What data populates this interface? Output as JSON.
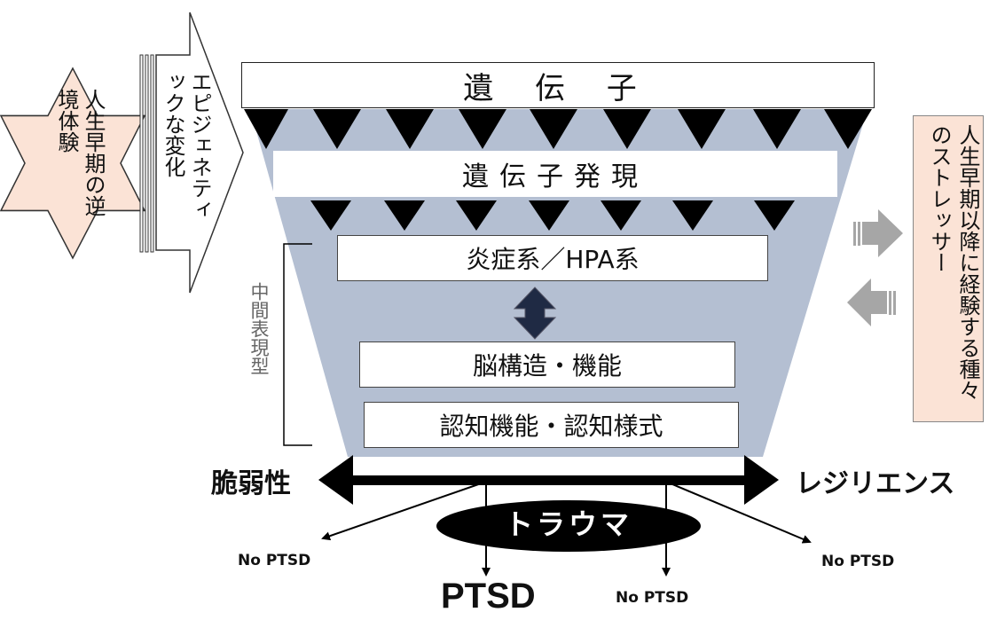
{
  "gene_label": "遺 伝 子",
  "gene_expression_label": "遺伝子発現",
  "early_adversity_label": "人生早期の逆境体験",
  "epigenetic_label": "エピジェネティックな変化",
  "intermediate_phenotype_label": "中間表現型",
  "inflammation_hpa_label": "炎症系／HPA系",
  "brain_label": "脳構造・機能",
  "cognition_label": "認知機能・認知様式",
  "later_stress_label": "人生早期以降に経験する種々のストレッサー",
  "vulnerability_label": "脆弱性",
  "resilience_label": "レジリエンス",
  "trauma_label": "トラウマ",
  "ptsd_label": "PTSD",
  "no_ptsd_labels": [
    "No PTSD",
    "No PTSD",
    "No PTSD"
  ],
  "colors": {
    "funnel": "#b4bfd2",
    "adversity_star": "#fbe3d6",
    "stress_box": "#fbe3d6",
    "triangles": "#000000",
    "side_arrows": "#a6a6a6",
    "double_arrow": "#1f2a44"
  },
  "icons": [
    "six-point-star-shape",
    "right-block-arrow",
    "down-triangle-marker",
    "vertical-double-arrow",
    "horizontal-double-arrow"
  ]
}
